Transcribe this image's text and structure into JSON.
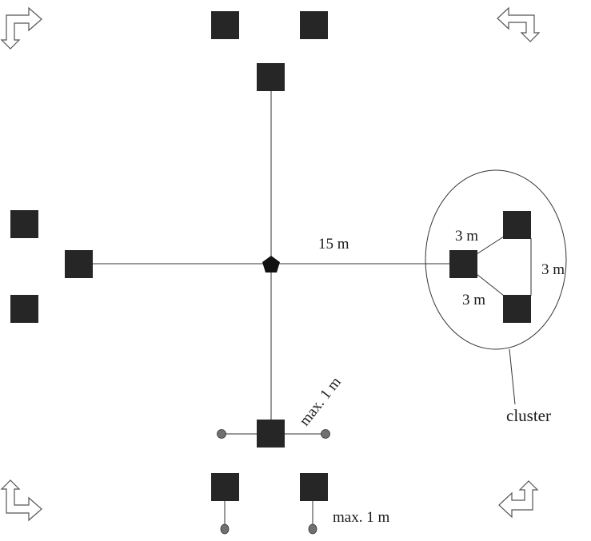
{
  "labels": {
    "distance_center": "15 m",
    "cluster_edge_top": "3 m",
    "cluster_edge_bottom": "3 m",
    "cluster_edge_right": "3 m",
    "cluster_caption": "cluster",
    "max_offset_diagonal": "max. 1 m",
    "max_offset_bottom": "max. 1 m"
  },
  "icons": {
    "center_marker": "pentagon-marker-icon",
    "unit": "square-unit-icon",
    "corner": "bent-arrow-icon",
    "probe": "round-probe-icon"
  },
  "colors": {
    "unit_fill": "#262626",
    "line": "#333333",
    "probe_fill": "#707070",
    "arrow_outline": "#555555"
  }
}
